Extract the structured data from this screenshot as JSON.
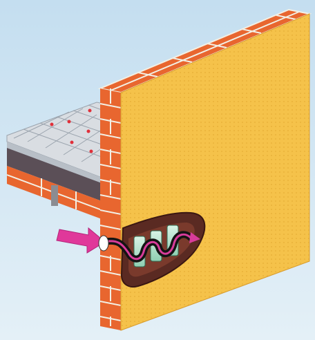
{
  "illustration": {
    "background_color": "#cfe4f2",
    "wall_face_color": "#f5c24a",
    "brick_color": "#e8662f",
    "mortar_color": "#f2efe4",
    "floor_tile_color": "#d9dde2",
    "tile_dot_color": "#e0303a",
    "slab_color": "#5b4f57",
    "cavity_color": "#5a2a22",
    "air_flow_arrow_color": "#e0389a",
    "hose_color": "#141414",
    "insulation_block_color": "#bfe6d2",
    "icons": [
      "brick-wall",
      "tiled-floor-slab",
      "air-inlet-arrow",
      "flow-duct",
      "insulation-blocks"
    ]
  }
}
